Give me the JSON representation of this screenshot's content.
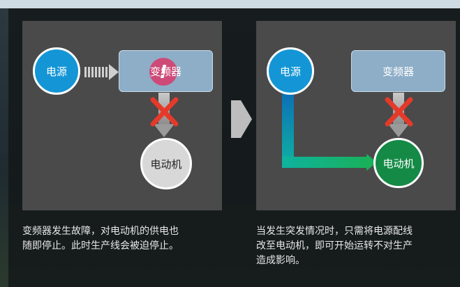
{
  "left": {
    "power_label": "电源",
    "inverter_label": "变频器",
    "motor_label": "电动机",
    "caption": "变频器发生故障，对电动机的供电也\n随即停止。此时生产线会被迫停止。"
  },
  "right": {
    "power_label": "电源",
    "inverter_label": "变频器",
    "motor_label": "电动机",
    "caption": "当发生突发情况时，只需将电源配线\n改至电动机，即可开始运转不对生产\n造成影响。"
  },
  "colors": {
    "power": "#1496d6",
    "inverter": "#8eaec8",
    "motor_live": "#148a46",
    "fault": "#e53a2a",
    "bypass_line": "#0aa3a8"
  }
}
